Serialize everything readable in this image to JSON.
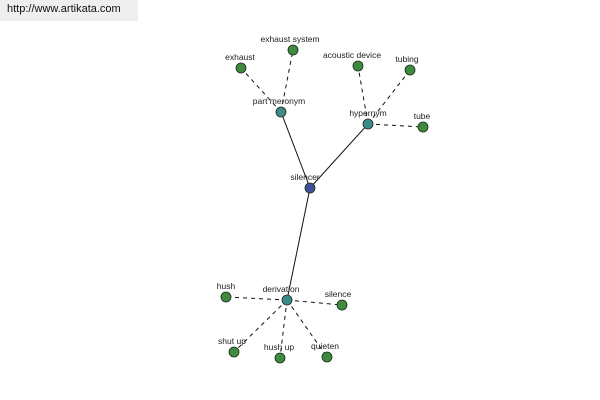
{
  "banner": {
    "url": "http://www.artikata.com"
  },
  "graph": {
    "center": {
      "id": "silencer",
      "label": "silencer",
      "color": "#3f4f9a"
    },
    "relations": [
      {
        "id": "part-meronym",
        "label": "part meronym",
        "color": "#3d8a8a",
        "children": [
          {
            "id": "exhaust",
            "label": "exhaust"
          },
          {
            "id": "exhaust-system",
            "label": "exhaust system"
          }
        ]
      },
      {
        "id": "hypernym",
        "label": "hypernym",
        "color": "#3d8a8a",
        "children": [
          {
            "id": "acoustic-device",
            "label": "acoustic device"
          },
          {
            "id": "tubing",
            "label": "tubing"
          },
          {
            "id": "tube",
            "label": "tube"
          }
        ]
      },
      {
        "id": "derivation",
        "label": "derivation",
        "color": "#3d8a8a",
        "children": [
          {
            "id": "hush",
            "label": "hush"
          },
          {
            "id": "silence",
            "label": "silence"
          },
          {
            "id": "shut-up",
            "label": "shut up"
          },
          {
            "id": "hush-up",
            "label": "hush up"
          },
          {
            "id": "quieten",
            "label": "quieten"
          }
        ]
      }
    ],
    "leaf_color": "#3f8a3f"
  }
}
